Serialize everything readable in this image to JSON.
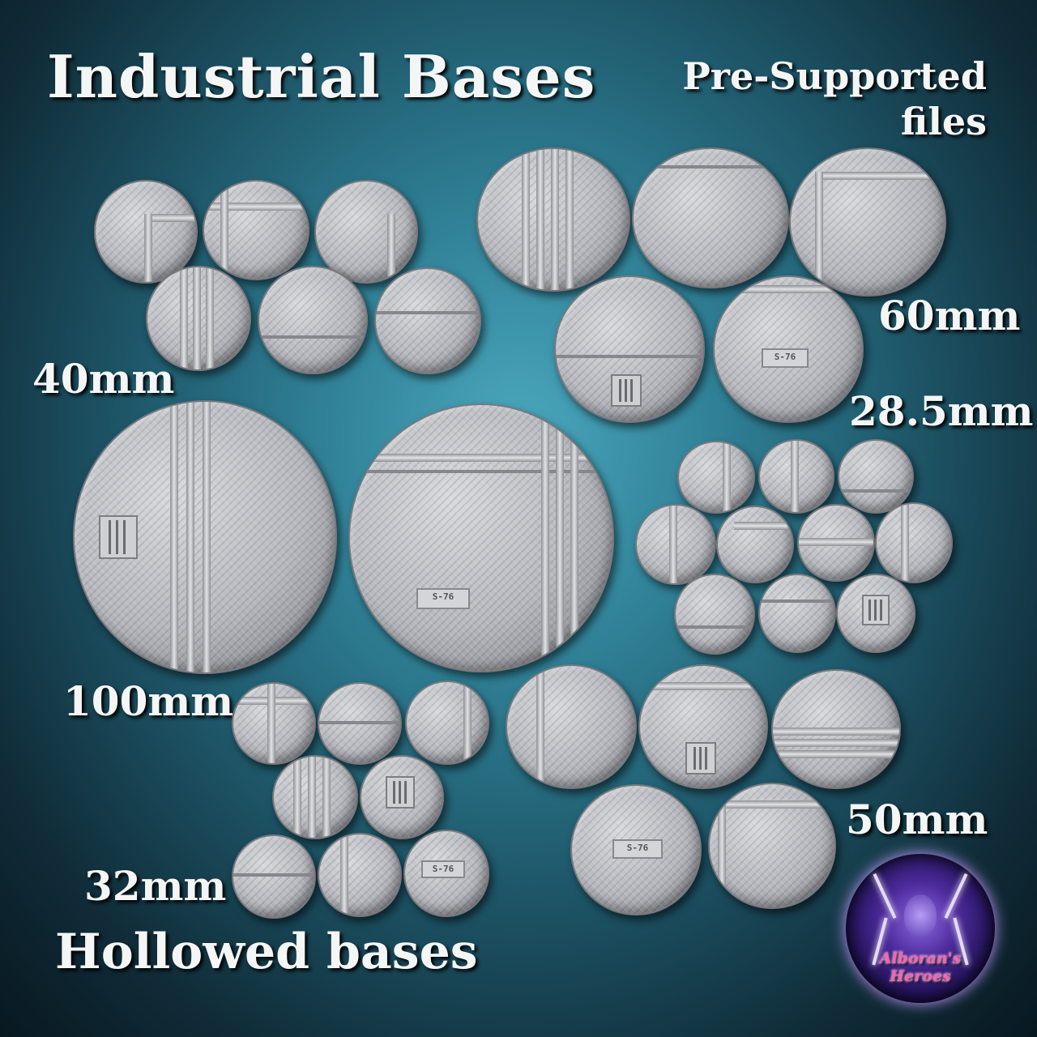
{
  "title": "Industrial Bases",
  "pre_supported": {
    "line1": "Pre-Supported",
    "line2": "files"
  },
  "sizes": {
    "s40": "40mm",
    "s60": "60mm",
    "s28": "28.5mm",
    "s100": "100mm",
    "s50": "50mm",
    "s32": "32mm"
  },
  "hollowed": "Hollowed bases",
  "plate_text": "S-76",
  "logo": {
    "line1": "Alboran's",
    "line2": "Heroes"
  },
  "colors": {
    "background": "#2f7f95",
    "base": "#b7b8be",
    "text": "#f4f6f6",
    "logo_text": "#ff5fb8"
  }
}
